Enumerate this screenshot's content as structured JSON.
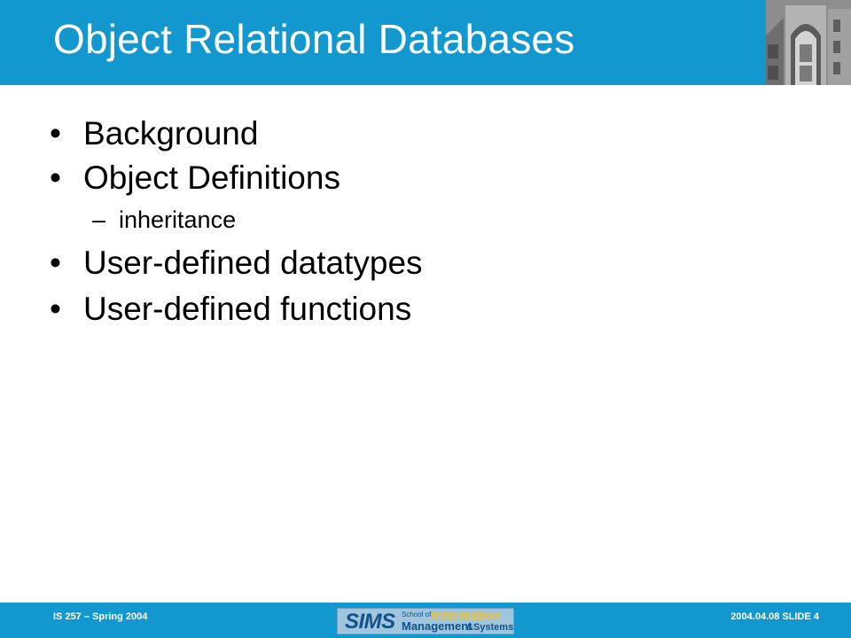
{
  "slide": {
    "title": "Object Relational Databases",
    "bullets": [
      {
        "marker": "•",
        "text": "Background"
      },
      {
        "marker": "•",
        "text": "Object Definitions"
      },
      {
        "marker": "–",
        "text": "inheritance"
      },
      {
        "marker": "•",
        "text": "User-defined datatypes"
      },
      {
        "marker": "•",
        "text": "User-defined functions"
      }
    ]
  },
  "footer": {
    "left": "IS 257 – Spring 2004",
    "right": "2004.04.08  SLIDE 4",
    "logo": {
      "sims": "SIMS",
      "school_of": "School of",
      "information": "Information",
      "management": "Management",
      "systems": "&Systems"
    }
  },
  "colors": {
    "accent": "#1397cf",
    "logo_background": "#9fc6dd",
    "logo_text": "#14508a",
    "logo_highlight": "#f2c02f"
  },
  "icons": {
    "header_image": "building-photo-icon"
  }
}
